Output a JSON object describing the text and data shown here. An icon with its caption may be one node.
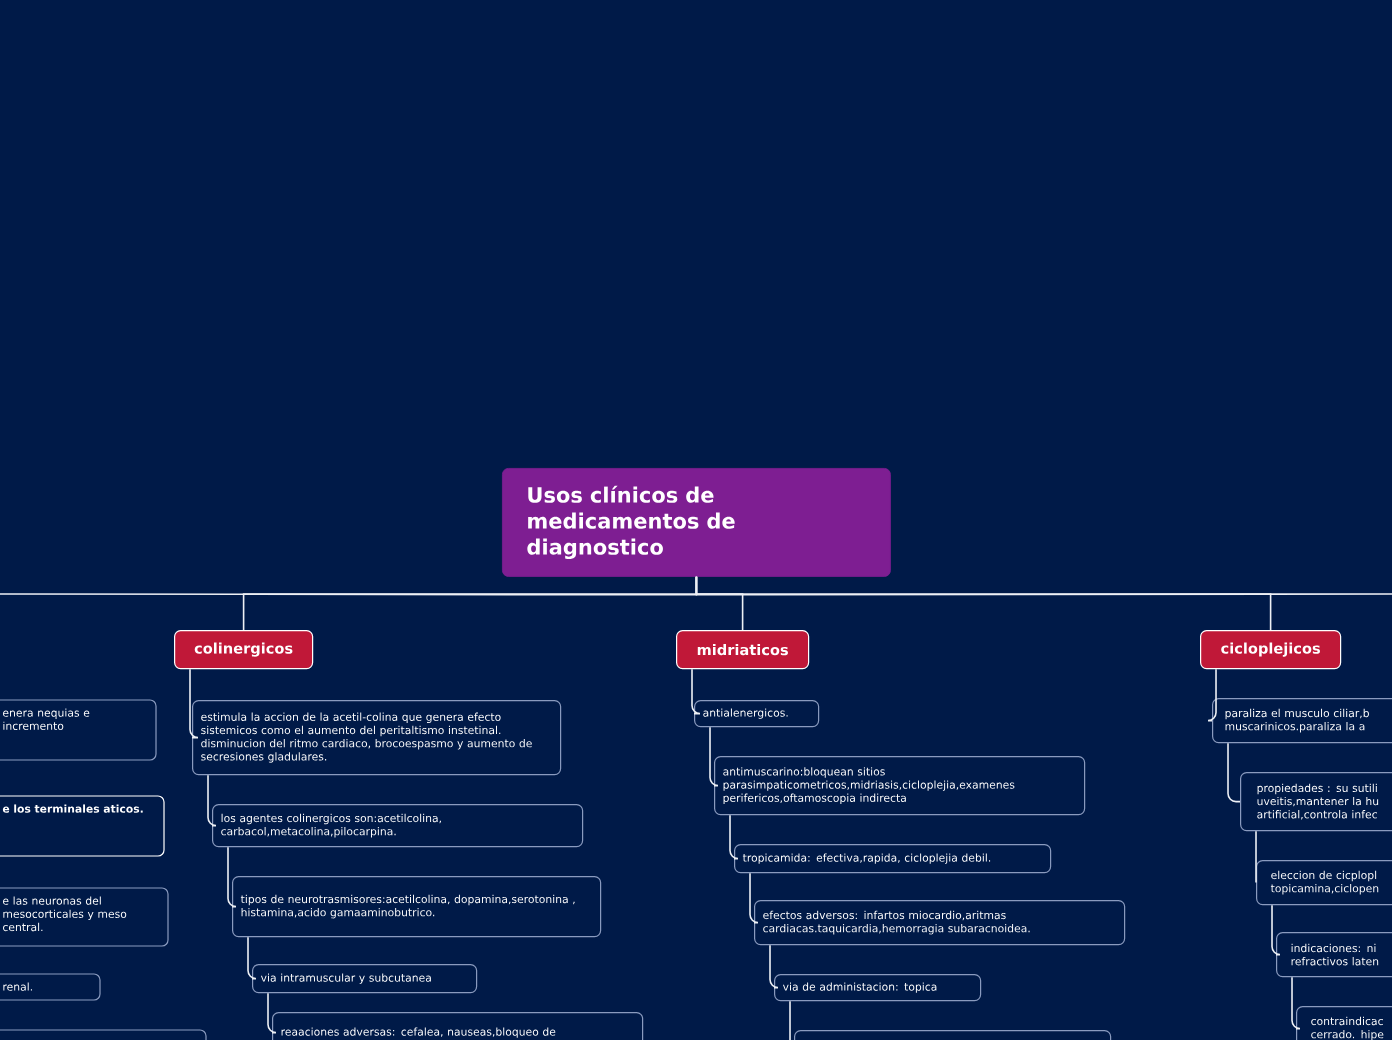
{
  "diagram": {
    "nodes": [
      {
        "text": [
          "Usos clínicos de medicamentos de diagnostico"
        ]
      },
      {
        "text": [
          "enera nequias e incremento"
        ]
      },
      {
        "text": [
          "e los terminales aticos."
        ]
      },
      {
        "text": [
          "e las neuronas del mesocorticales y meso central."
        ]
      },
      {
        "text": [
          "renal."
        ]
      },
      {
        "text": [],
        "shape": "box"
      },
      {
        "text": [
          "colinergicos"
        ]
      },
      {
        "text": [
          "estimula la accion de la acetil-colina que genera efecto sistemicos como el aumento del peritaltismo instetinal. disminucion del ritmo cardiaco, brocoespasmo y aumento de secresiones gladulares."
        ]
      },
      {
        "text": [
          "los agentes colinergicos son:acetilcolina, carbacol,metacolina,pilocarpina."
        ]
      },
      {
        "text": [
          "tipos de neurotrasmisores:acetilcolina, dopamina,serotonina , histamina,acido gamaaminobutrico."
        ]
      },
      {
        "text": [
          "via intramuscular y subcutanea"
        ]
      },
      {
        "text": [
          "reaaciones adversas: cefalea, nauseas,bloqueo de"
        ]
      },
      {
        "text": [
          "midriaticos"
        ]
      },
      {
        "text": [
          "antialenergicos."
        ]
      },
      {
        "text": [
          "antimuscarino:bloquean sitios parasimpaticometricos,midriasis,cicloplejia,examenes perifericos,oftamoscopia indirecta"
        ]
      },
      {
        "text": [
          "tropicamida: efectiva,rapida, cicloplejia debil."
        ]
      },
      {
        "text": [
          "efectos adversos: infartos miocardio,aritmas cardiacas.taquicardia,hemorragia subaracnoidea."
        ]
      },
      {
        "text": [
          "via de administacion: topica"
        ]
      },
      {
        "text": [],
        "shape": "box"
      },
      {
        "text": [
          "cicloplejicos"
        ]
      },
      {
        "text": [
          "paraliza el musculo ciliar,b muscarinicos.paraliza la a"
        ]
      },
      {
        "text": [
          "propiedades : su sutili uveitis,mantener la hu artificial,controla infec"
        ]
      },
      {
        "text": [
          "eleccion de cicplopl topicamina,ciclopen"
        ]
      },
      {
        "text": [
          "indicaciones: ni refractivos laten"
        ]
      },
      {
        "text": [
          "contraindicac cerrado. hipe"
        ]
      }
    ],
    "edges": [
      {
        "from": 0,
        "to": null,
        "arrow": "none"
      },
      {
        "from": 0,
        "to": 6,
        "arrow": "none"
      },
      {
        "from": 0,
        "to": 12,
        "arrow": "none"
      },
      {
        "from": 0,
        "to": 19,
        "arrow": "none"
      },
      {
        "from": 0,
        "to": null,
        "arrow": "none"
      },
      {
        "from": 6,
        "to": 7,
        "arrow": "none"
      },
      {
        "from": 7,
        "to": 8,
        "arrow": "none"
      },
      {
        "from": 8,
        "to": 9,
        "arrow": "none"
      },
      {
        "from": 9,
        "to": 10,
        "arrow": "none"
      },
      {
        "from": 10,
        "to": 11,
        "arrow": "none"
      },
      {
        "from": 12,
        "to": 13,
        "arrow": "none"
      },
      {
        "from": 13,
        "to": 14,
        "arrow": "none"
      },
      {
        "from": 14,
        "to": 15,
        "arrow": "none"
      },
      {
        "from": 15,
        "to": 16,
        "arrow": "none"
      },
      {
        "from": 16,
        "to": 17,
        "arrow": "none"
      },
      {
        "from": 17,
        "to": 18,
        "arrow": "none"
      },
      {
        "from": 19,
        "to": 20,
        "arrow": "none"
      },
      {
        "from": 20,
        "to": 21,
        "arrow": "none"
      },
      {
        "from": 21,
        "to": 22,
        "arrow": "none"
      },
      {
        "from": 22,
        "to": 23,
        "arrow": "none"
      },
      {
        "from": 23,
        "to": 24,
        "arrow": "none"
      }
    ]
  }
}
